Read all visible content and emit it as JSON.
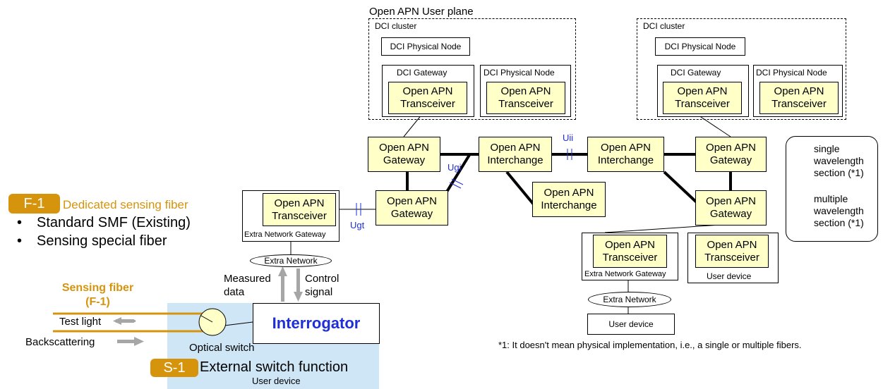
{
  "user_plane": {
    "title": "Open APN User plane",
    "left_cluster": {
      "title": "DCI cluster",
      "physical_node_top": "DCI Physical Node",
      "gateway_label": "DCI Gateway",
      "gateway_transceiver": "Open APN\nTransceiver",
      "physical_node_label": "DCI Physical Node",
      "physical_node_transceiver": "Open APN\nTransceiver"
    },
    "right_cluster": {
      "title": "DCI cluster",
      "physical_node_top": "DCI Physical Node",
      "gateway_label": "DCI Gateway",
      "gateway_transceiver": "Open APN\nTransceiver",
      "physical_node_label": "DCI Physical Node",
      "physical_node_transceiver": "Open APN\nTransceiver"
    },
    "gateways": {
      "left_top": "Open APN\nGateway",
      "left_bottom": "Open APN\nGateway",
      "right_top": "Open APN\nGateway",
      "right_bottom": "Open APN\nGateway"
    },
    "interchanges": {
      "left": "Open APN\nInterchange",
      "right": "Open APN\nInterchange",
      "bottom": "Open APN\nInterchange"
    },
    "interfaces": {
      "ugi": "Ugi",
      "uii": "Uii",
      "ugt": "Ugt"
    },
    "left_extra_gateway": {
      "transceiver": "Open APN\nTransceiver",
      "label": "Extra Network Gateway",
      "extra_network": "Extra Network"
    },
    "right_extra_gateway": {
      "transceiver": "Open APN\nTransceiver",
      "label": "Extra Network Gateway",
      "extra_network": "Extra Network",
      "user_device": "User device"
    },
    "right_user_device": {
      "transceiver": "Open APN\nTransceiver",
      "label": "User device"
    }
  },
  "legend": {
    "single": "single\nwavelength\nsection (*1)",
    "multiple": "multiple\nwavelength\nsection (*1)"
  },
  "footnote": "*1: It doesn't mean physical implementation, i.e., a single or multiple fibers.",
  "sensing": {
    "tag_f1": "F-1",
    "dedicated_title": "Dedicated sensing fiber",
    "bullets": [
      "Standard SMF (Existing)",
      "Sensing special fiber"
    ],
    "sensing_fiber_label": "Sensing fiber\n(F-1)",
    "test_light": "Test light",
    "backscattering": "Backscattering",
    "optical_switch": "Optical switch",
    "tag_s1": "S-1",
    "external_switch": "External switch function",
    "user_device": "User device",
    "interrogator": "Interrogator",
    "measured_data": "Measured\ndata",
    "control_signal": "Control\nsignal"
  },
  "colors": {
    "accent_orange": "#d6940d",
    "transceiver_fill": "#ffffc8",
    "user_device_area": "#cfe6f7",
    "interface_blue": "#1f2fd6",
    "interrogator_text": "#1f2fd6"
  }
}
